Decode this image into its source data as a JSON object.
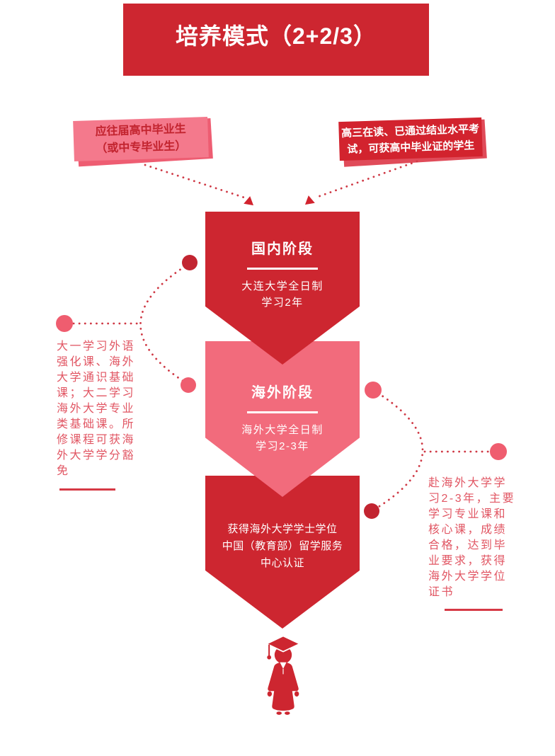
{
  "header": {
    "title": "培养模式（2+2/3）"
  },
  "callouts": {
    "left": {
      "text": "应往届高中毕业生\n（或中专毕业生）"
    },
    "right": {
      "text": "高三在读、已通过结业水平考\n试，可获高中毕业证的学生"
    }
  },
  "stages": [
    {
      "title": "国内阶段",
      "body": "大连大学全日制\n学习2年"
    },
    {
      "title": "海外阶段",
      "body": "海外大学全日制\n学习2-3年"
    },
    {
      "title": "",
      "body": "获得海外大学学士学位\n中国（教育部）留学服务\n中心认证"
    }
  ],
  "annotations": {
    "left": {
      "text": "大一学习外语\n强化课、海外\n大学通识基础\n课；大二学习\n海外大学专业\n类基础课。所\n修课程可获海\n外大学学分豁\n免"
    },
    "right": {
      "text": "赴海外大学学\n习2-3年，主要\n学习专业课和\n核心课，成绩\n合格，达到毕\n业要求，获得\n海外大学学位\n证书"
    }
  },
  "colors": {
    "primary_red": "#cd2630",
    "stage_pink": "#f26b7c",
    "callout_pink": "#f4798c",
    "callout_pink_shadow": "#ee5d72",
    "callout_red": "#d2232e",
    "callout_red_shadow": "#e04b59",
    "callout_text_dark_red": "#c2232e",
    "annotation_text": "#e15663",
    "connector_red": "#cf3945",
    "dot_dark_red": "#c22430",
    "dot_pink": "#ef5d6f",
    "white": "#ffffff"
  },
  "icons": {
    "graduate": "graduate-icon"
  }
}
